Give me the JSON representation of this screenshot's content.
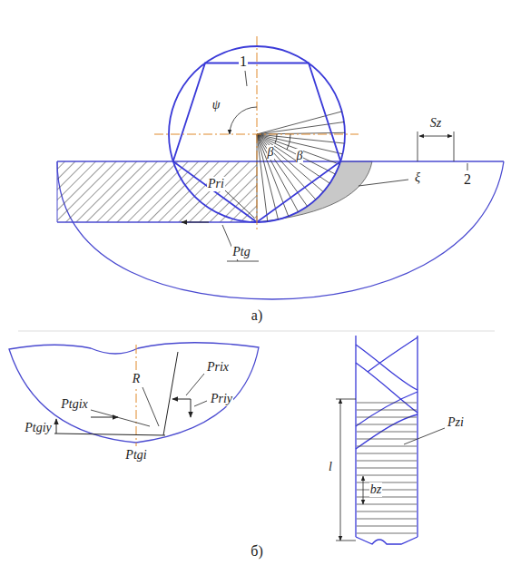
{
  "diagram": {
    "labels": [
      "1",
      "2",
      "ψ",
      "β",
      "β",
      "Sz",
      "ξ",
      "Pri",
      "Ptg",
      "а)",
      "R",
      "Prix",
      "Priy",
      "Ptgix",
      "Ptgiy",
      "Ptgi",
      "l",
      "bz",
      "Pzi",
      "б)"
    ]
  }
}
